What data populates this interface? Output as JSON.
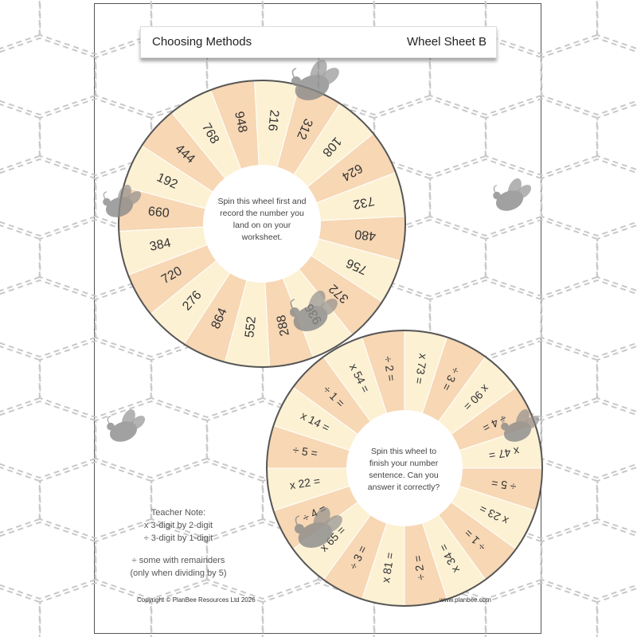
{
  "header": {
    "title": "Choosing Methods",
    "sheet": "Wheel Sheet B"
  },
  "wheel_top": {
    "center_text": [
      "Spin this wheel first and",
      "record the number you",
      "land on on your",
      "worksheet."
    ],
    "segments": [
      "216",
      "312",
      "108",
      "624",
      "732",
      "480",
      "756",
      "372",
      "936",
      "288",
      "552",
      "864",
      "276",
      "720",
      "384",
      "660",
      "192",
      "444",
      "768",
      "948"
    ]
  },
  "wheel_bottom": {
    "center_text": [
      "Spin this wheel to",
      "finish your number",
      "sentence. Can you",
      "answer it correctly?"
    ],
    "segments": [
      "x 73 =",
      "÷ 3 =",
      "x 90 =",
      "÷ 4 =",
      "x 47 =",
      "÷ 5 =",
      "x 23 =",
      "÷ 1 =",
      "x 34 =",
      "÷ 2 =",
      "x 81 =",
      "÷ 3 =",
      "x 65 =",
      "÷ 4 =",
      "x 22 =",
      "÷ 5 =",
      "x 14 =",
      "÷ 1 =",
      "x 54 =",
      "÷ 2 ="
    ]
  },
  "teacher_note": {
    "heading": "Teacher Note:",
    "line1": "x 3-digit by 2-digit",
    "line2": "÷ 3-digit by 1-digit",
    "line3": "÷ some with remainders",
    "line4": "(only when dividing by 5)"
  },
  "footer": {
    "copyright": "Copyright © PlanBee Resources Ltd 2026",
    "url": "www.planbee.com"
  },
  "colors": {
    "dark_segment": "#f7d7b4",
    "light_segment": "#fdf1d4",
    "outline": "#555555",
    "bee": "#8a8a8a",
    "hex_line": "#c8c8c8"
  },
  "icons": [
    "bee-icon"
  ]
}
